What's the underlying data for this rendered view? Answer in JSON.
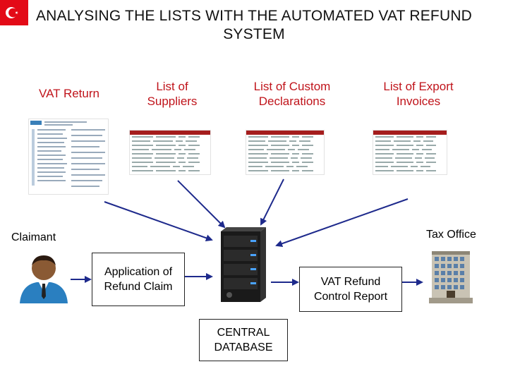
{
  "title": "ANALYSING THE LISTS WITH THE AUTOMATED VAT REFUND SYSTEM",
  "documents": {
    "vat_return": "VAT Return",
    "suppliers": "List of Suppliers",
    "customs": "List of Custom Declarations",
    "exports": "List of Export Invoices"
  },
  "actors": {
    "claimant": "Claimant",
    "tax_office": "Tax Office"
  },
  "boxes": {
    "application": "Application of Refund Claim",
    "report": "VAT Refund Control Report",
    "database": "CENTRAL DATABASE"
  },
  "colors": {
    "label_red": "#c0141b",
    "arrow_blue": "#1e2a8c",
    "flag_red": "#e30a17"
  }
}
